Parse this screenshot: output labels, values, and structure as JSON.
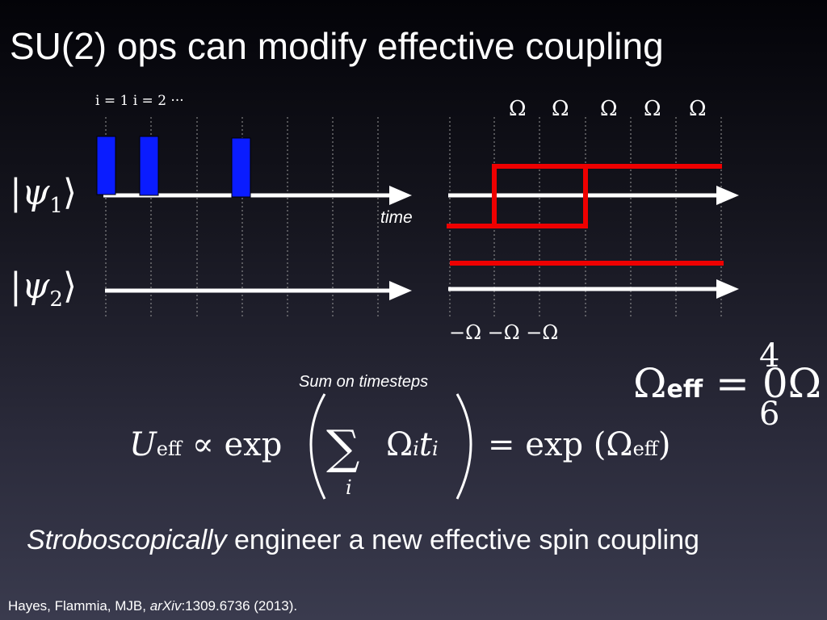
{
  "title": "SU(2) ops can modify effective coupling",
  "kets": {
    "psi1": {
      "symbol": "ψ",
      "index": "1"
    },
    "psi2": {
      "symbol": "ψ",
      "index": "2"
    }
  },
  "index_labels": "i = 1  i = 2  ···",
  "time_label": "time",
  "omega_labels": [
    "Ω",
    "Ω",
    "Ω",
    "Ω",
    "Ω"
  ],
  "neg_omega_labels": "−Ω −Ω −Ω",
  "sum_label": "Sum on timesteps",
  "omega_eff": {
    "lhs": "Ω",
    "lhs_sub": "eff",
    "equals": "=",
    "fraction_numerator": "4",
    "fraction_denominator": "6",
    "overlap_digit": "0",
    "rhs": "Ω"
  },
  "equation": {
    "lhs": "U",
    "lhs_sub": "eff",
    "propto": "∝ exp",
    "sum": "∑",
    "sum_index": "i",
    "term": "Ω",
    "term_sub": "i",
    "term_t": "t",
    "term_t_sub": "i",
    "rhs": "= exp (Ω",
    "rhs_sub": "eff",
    "rhs_close": ")"
  },
  "tagline": {
    "italic": "Stroboscopically",
    "rest": " engineer a new effective spin coupling"
  },
  "citation": {
    "authors": "Hayes, Flammia, MJB, ",
    "journal": "arXiv",
    "rest": ":1309.6736 (2013)."
  },
  "colors": {
    "pulse": "#0a1cff",
    "red_line": "#ee0000",
    "arrow": "#ffffff"
  }
}
